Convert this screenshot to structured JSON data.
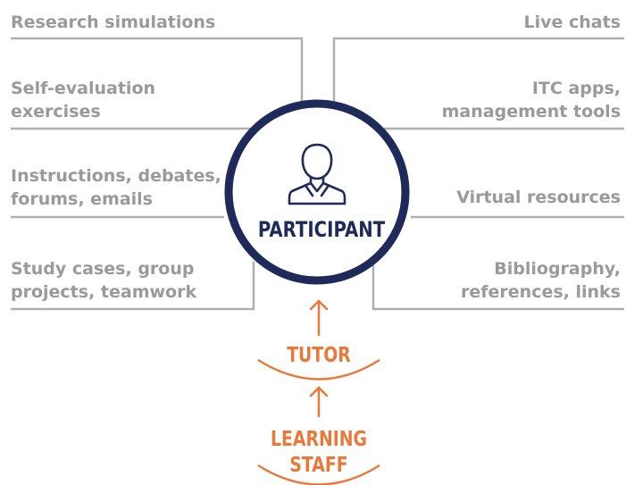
{
  "left_labels": [
    {
      "lines": [
        "Research simulations"
      ]
    },
    {
      "lines": [
        "Self-evaluation",
        "exercises"
      ]
    },
    {
      "lines": [
        "Instructions, debates,",
        "forums, emails"
      ]
    },
    {
      "lines": [
        "Study cases, group",
        "projects, teamwork"
      ]
    }
  ],
  "right_labels": [
    {
      "lines": [
        "Live chats"
      ]
    },
    {
      "lines": [
        "ITC apps,",
        "management tools"
      ]
    },
    {
      "lines": [
        "Virtual resources"
      ]
    },
    {
      "lines": [
        "Bibliography,",
        "references, links"
      ]
    }
  ],
  "center": {
    "label": "PARTICIPANT",
    "icon": "person-icon"
  },
  "tutor": {
    "label": "TUTOR"
  },
  "staff": {
    "line1": "LEARNING",
    "line2": "STAFF"
  },
  "colors": {
    "label_gray": "#9a9a9a",
    "line_gray": "#b0b0b0",
    "navy": "#1d2a5a",
    "orange": "#e8793a"
  }
}
